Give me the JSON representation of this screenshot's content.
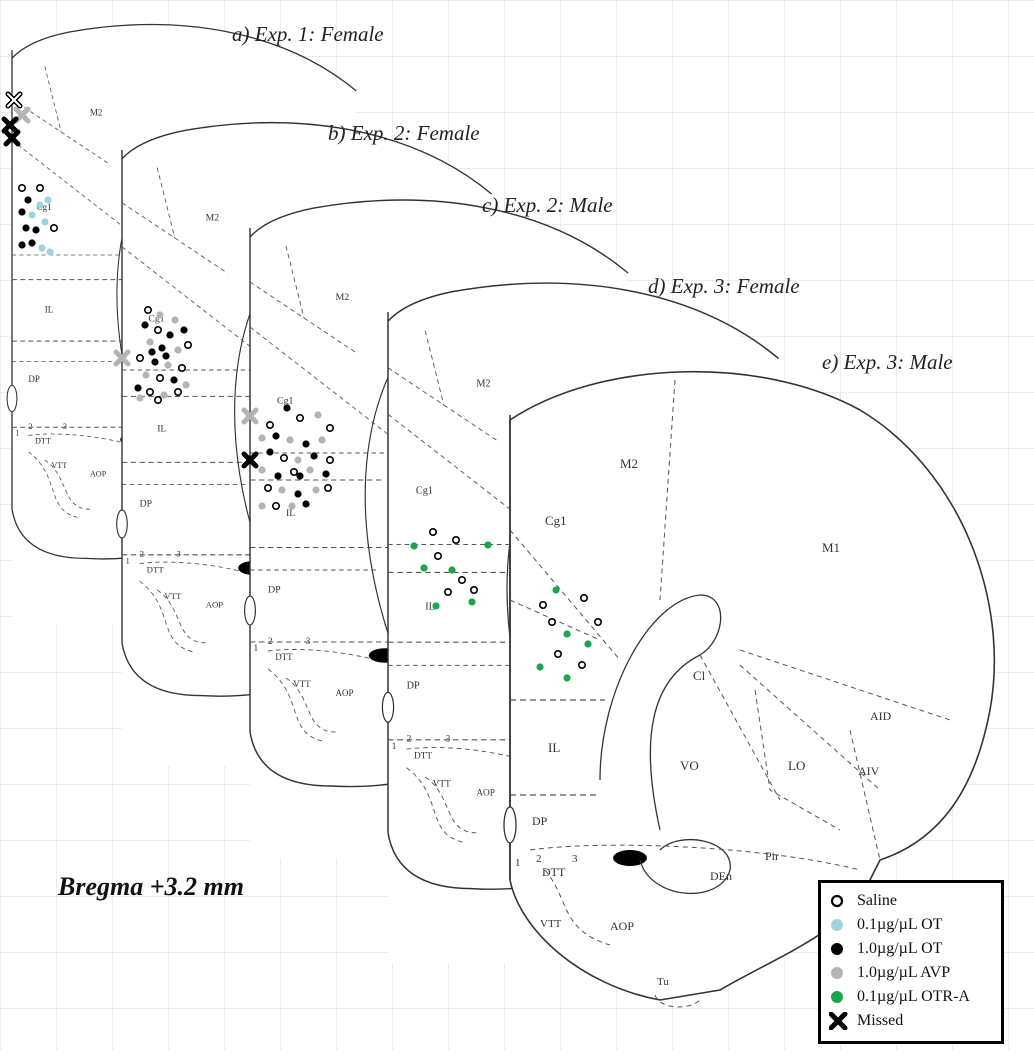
{
  "panels": [
    {
      "title": "a) Exp. 1: Female"
    },
    {
      "title": "b) Exp. 2: Female"
    },
    {
      "title": "c) Exp. 2: Male"
    },
    {
      "title": "d) Exp. 3: Female"
    },
    {
      "title": "e) Exp. 3: Male"
    }
  ],
  "region_labels": [
    "M2",
    "Cg1",
    "IL",
    "DP",
    "DTT",
    "VTT",
    "AOP",
    "M1",
    "Cl",
    "VO",
    "LO",
    "AID",
    "AIV",
    "DEn",
    "Pir",
    "Tu",
    "1",
    "2",
    "3"
  ],
  "bregma_label": "Bregma +3.2 mm",
  "legend": {
    "items": [
      {
        "label": "Saline",
        "symbol": "open-circle",
        "color": "#000000"
      },
      {
        "label": "0.1µg/µL OT",
        "symbol": "filled-circle",
        "color": "#9fd3e0"
      },
      {
        "label": "1.0µg/µL OT",
        "symbol": "filled-circle",
        "color": "#000000"
      },
      {
        "label": "1.0µg/µL AVP",
        "symbol": "filled-circle",
        "color": "#b4b4b4"
      },
      {
        "label": "0.1µg/µL OTR-A",
        "symbol": "filled-circle",
        "color": "#1aa64a"
      },
      {
        "label": "Missed",
        "symbol": "cross",
        "color": "#000000"
      }
    ]
  }
}
